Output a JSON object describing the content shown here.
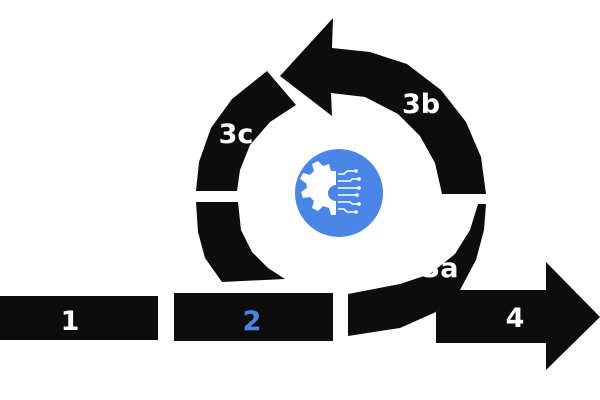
{
  "colors": {
    "shape": "#0d0d0d",
    "label_light": "#ffffff",
    "label_accent": "#4a86e8",
    "hub": "#4a86e8",
    "hub_icon": "#ffffff"
  },
  "steps": {
    "step1": "1",
    "step2": "2",
    "step3a": "3a",
    "step3b": "3b",
    "step3c": "3c",
    "step4": "4"
  },
  "hub": {
    "icon": "gear-circuit-icon"
  }
}
